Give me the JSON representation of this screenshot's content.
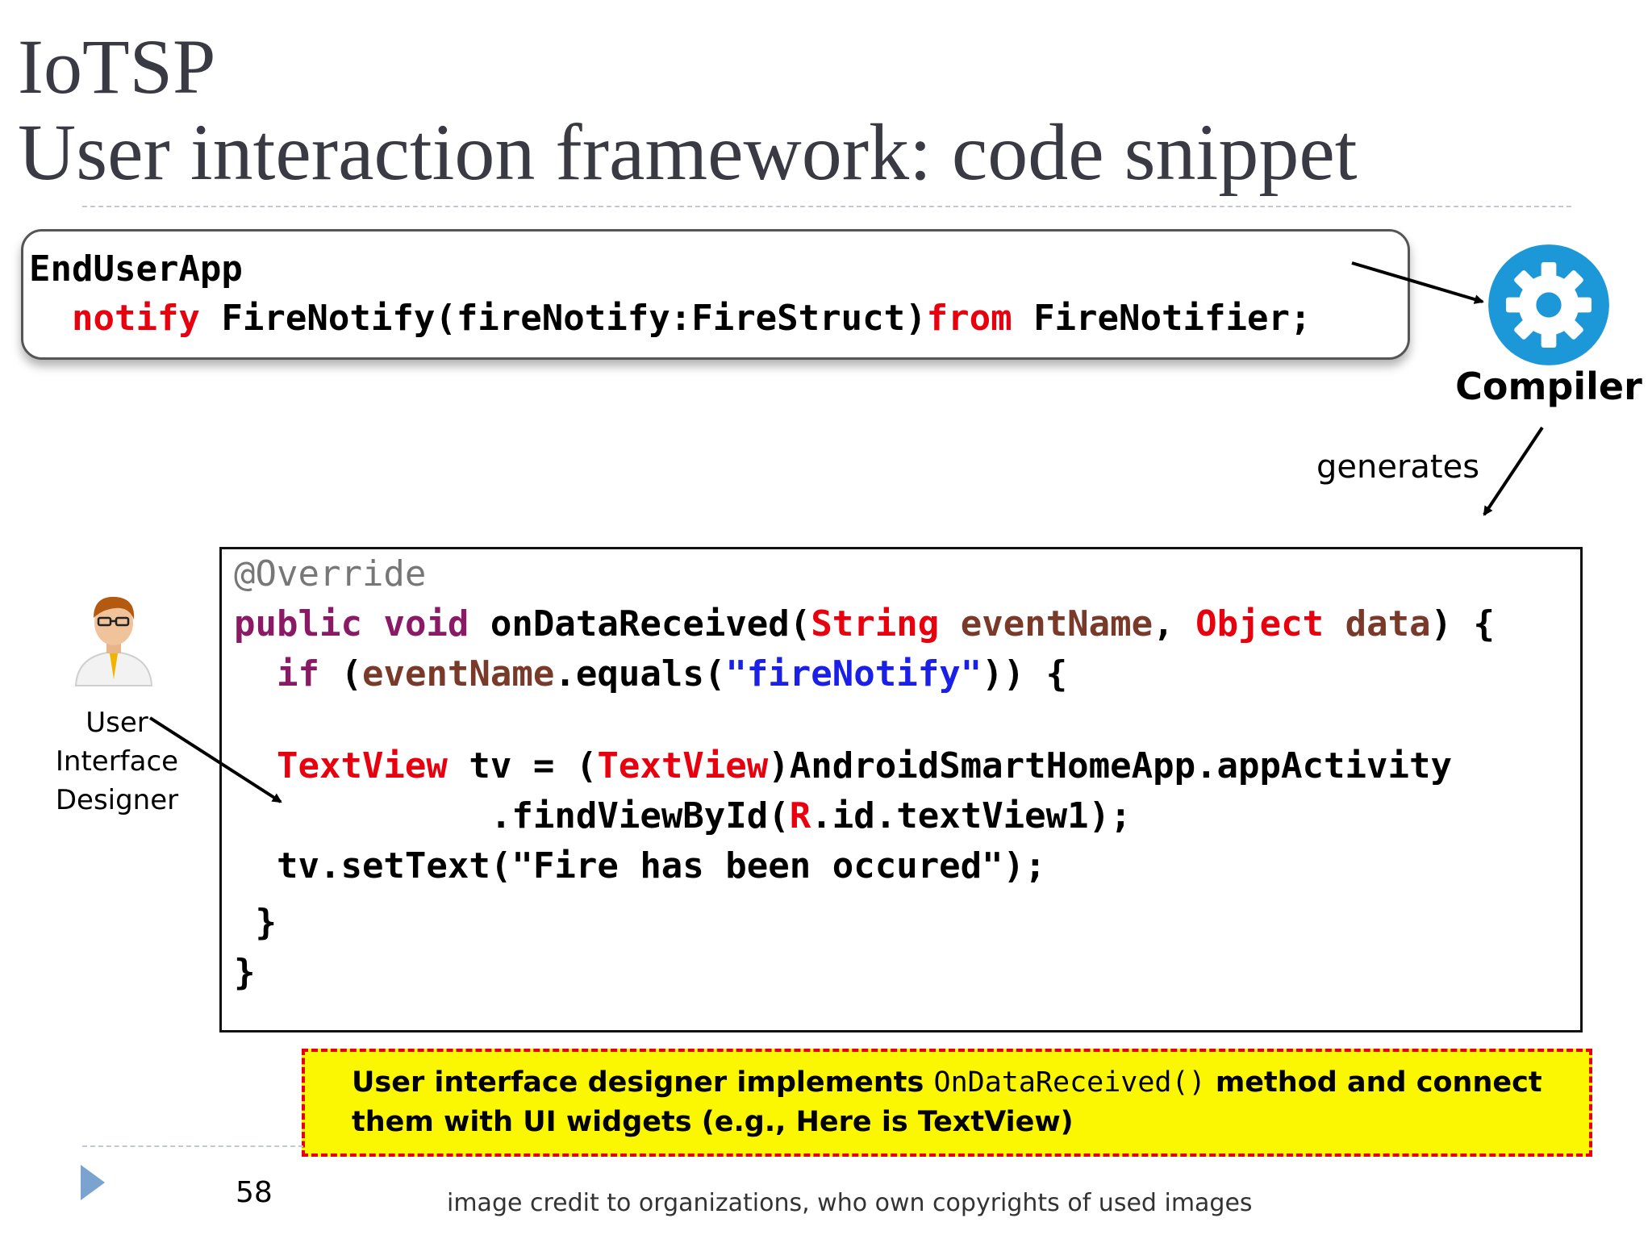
{
  "slide": {
    "title_line1": "IoTSP",
    "title_line2": "User interaction framework: code snippet",
    "page_number": "58",
    "credit": "image credit to organizations, who own copyrights of used images"
  },
  "endusr_box": {
    "line1": "EndUserApp",
    "kw_notify": "notify",
    "signature": " FireNotify(fireNotify:FireStruct)",
    "kw_from": "from",
    "notifier": " FireNotifier;"
  },
  "compiler": {
    "label": "Compiler",
    "generates": "generates",
    "icon": "gear-icon",
    "color": "#1c98d8"
  },
  "designer": {
    "label_lines": [
      "User",
      "Interface",
      "Designer"
    ],
    "icon": "person-avatar-icon"
  },
  "code": {
    "annotation": "@Override",
    "l2_public": "public",
    "l2_void": "void",
    "l2_method": "onDataReceived(",
    "l2_String": "String",
    "l2_eventName": "eventName",
    "l2_comma": ",",
    "l2_Object": "Object",
    "l2_data": "data",
    "l2_end": ") {",
    "l3_if": "if",
    "l3_open": "(",
    "l3_eventName": "eventName",
    "l3_equals": ".equals(",
    "l3_string": "\"fireNotify\"",
    "l3_end": ")) {",
    "l4_TextView": "TextView",
    "l4_mid": " tv = (",
    "l4_cast": "TextView",
    "l4_end": ")AndroidSmartHomeApp.appActivity",
    "l5_find": ".findViewById(",
    "l5_R": "R",
    "l5_end": ".id.textView1);",
    "l6": "tv.setText(\"Fire has been occured\");",
    "l7": "}",
    "l8": "}"
  },
  "note": {
    "text_part1": "User interface designer implements ",
    "method": "OnDataReceived()",
    "text_part2": "  method and connect them with  UI widgets (e.g., Here is TextView)"
  }
}
